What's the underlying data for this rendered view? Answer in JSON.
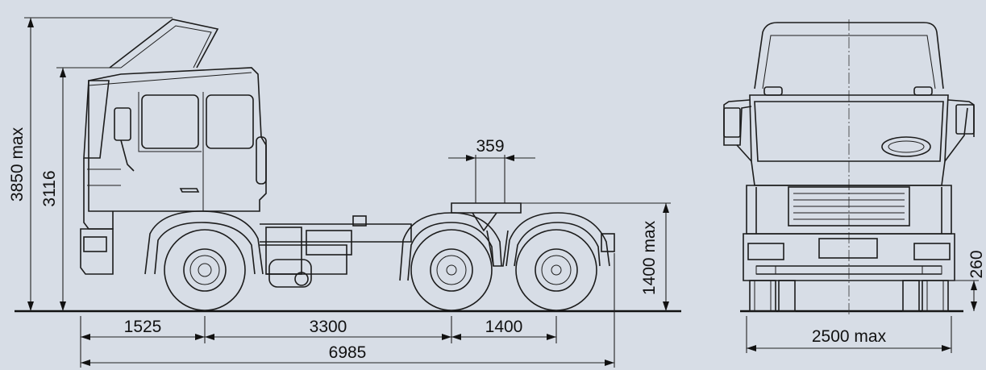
{
  "dimensions": {
    "overall_height_max": "3850 max",
    "cab_height": "3116",
    "fifth_wheel_offset": "359",
    "coupling_height_max": "1400 max",
    "front_overhang": "1525",
    "wheelbase": "3300",
    "tandem_spacing": "1400",
    "overall_length": "6985",
    "overall_width_max": "2500 max",
    "ground_clearance": "260"
  }
}
